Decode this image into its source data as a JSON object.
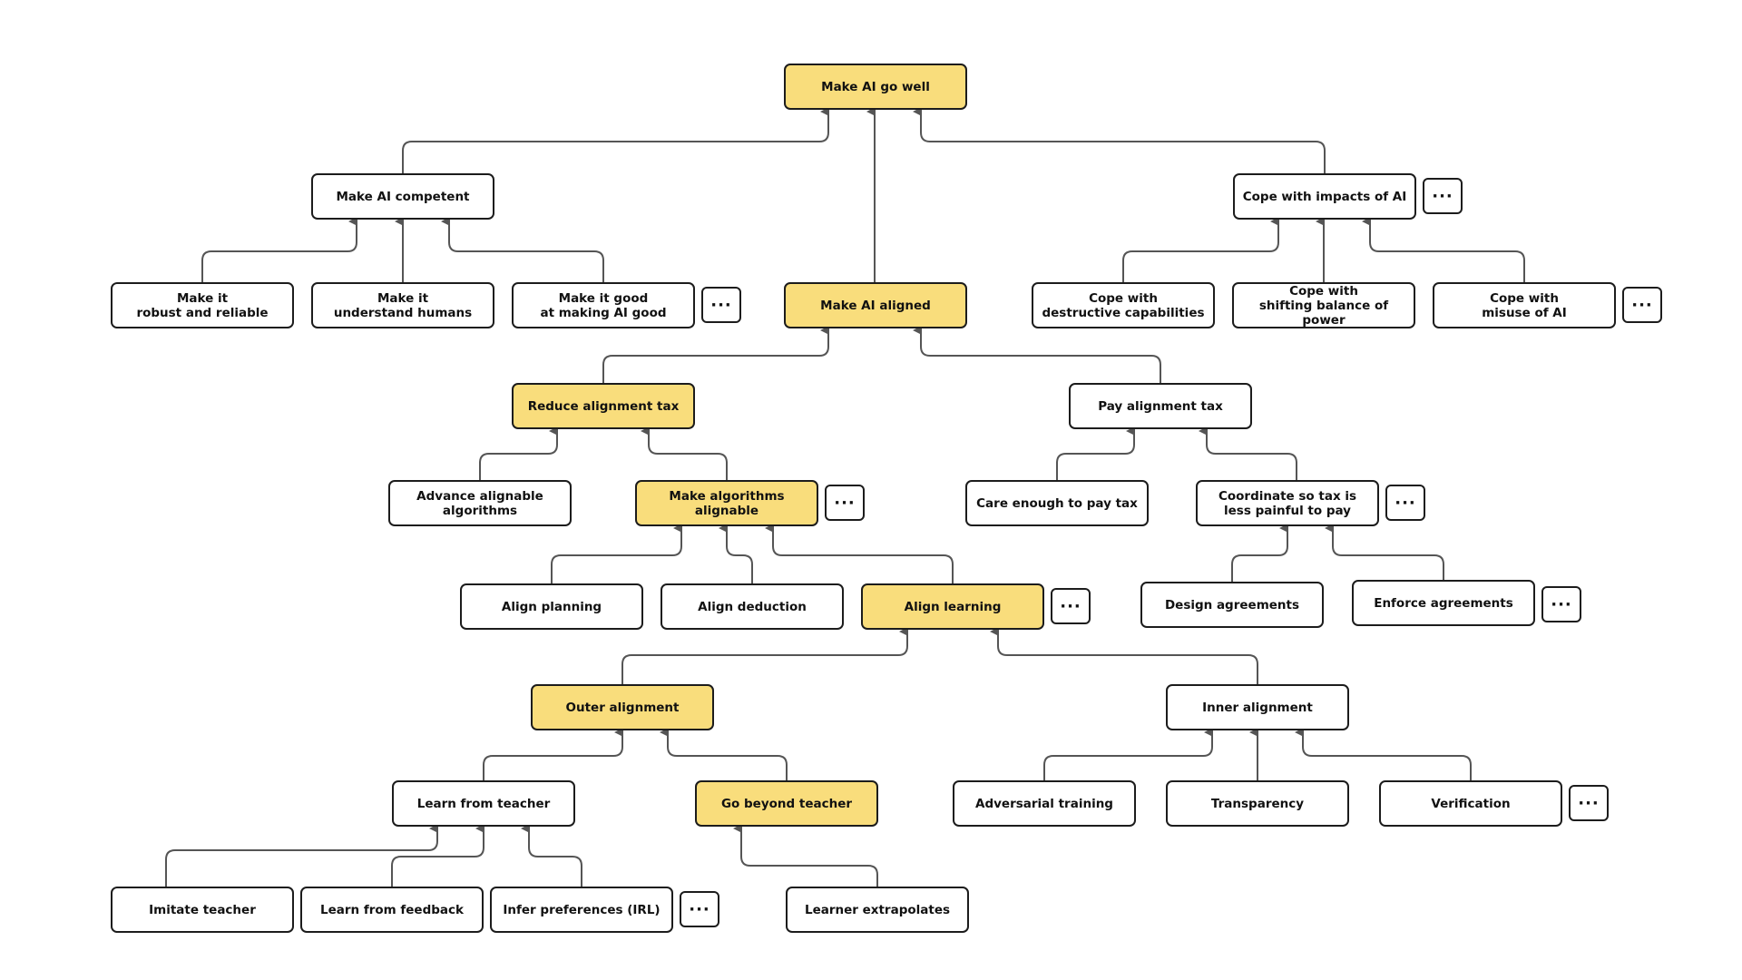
{
  "colors": {
    "highlight": "#f9dd7c",
    "node_fill": "#ffffff",
    "border": "#1c1c1c",
    "connector": "#555555"
  },
  "more_label": "···",
  "nodes": {
    "make_ai_go_well": "Make AI go well",
    "make_ai_competent": "Make AI competent",
    "cope_with_impacts": "Cope with impacts of AI",
    "robust_reliable": "Make it\nrobust and reliable",
    "understand_humans": "Make it\nunderstand humans",
    "good_at_making_ai_good": "Make it good\nat making AI good",
    "make_ai_aligned": "Make AI aligned",
    "cope_destructive": "Cope with\ndestructive capabilities",
    "cope_power": "Cope with\nshifting balance of power",
    "cope_misuse": "Cope with\nmisuse of AI",
    "reduce_alignment_tax": "Reduce alignment tax",
    "pay_alignment_tax": "Pay alignment tax",
    "advance_alignable": "Advance alignable\nalgorithms",
    "make_algorithms_alignable": "Make algorithms\nalignable",
    "care_enough": "Care enough to pay tax",
    "coordinate_tax": "Coordinate so tax is\nless painful to pay",
    "align_planning": "Align planning",
    "align_deduction": "Align deduction",
    "align_learning": "Align learning",
    "design_agreements": "Design agreements",
    "enforce_agreements": "Enforce agreements",
    "outer_alignment": "Outer alignment",
    "inner_alignment": "Inner alignment",
    "learn_from_teacher": "Learn from teacher",
    "go_beyond_teacher": "Go beyond teacher",
    "adversarial_training": "Adversarial training",
    "transparency": "Transparency",
    "verification": "Verification",
    "imitate_teacher": "Imitate teacher",
    "learn_from_feedback": "Learn from feedback",
    "infer_preferences": "Infer preferences (IRL)",
    "learner_extrapolates": "Learner extrapolates"
  }
}
